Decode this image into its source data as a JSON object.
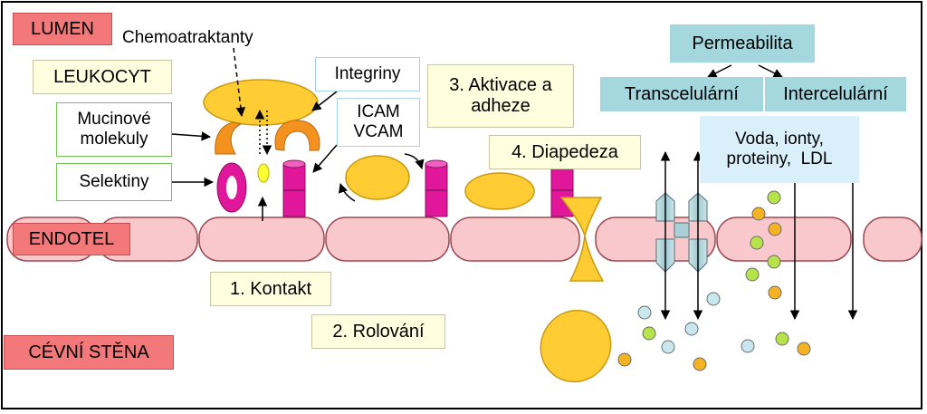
{
  "labels": {
    "lumen": "LUMEN",
    "chemoatraktanty": "Chemoatraktanty",
    "leukocyt": "LEUKOCYT",
    "mucinove_line1": "Mucinové",
    "mucinove_line2": "molekuly",
    "selektiny": "Selektiny",
    "integriny": "Integriny",
    "icam": "ICAM",
    "vcam": "VCAM",
    "step3_line1": "3. Aktivace a",
    "step3_line2": "adheze",
    "step4": "4. Diapedeza",
    "step1": "1. Kontakt",
    "step2": "2. Rolování",
    "endotel": "ENDOTEL",
    "cevni_stena": "CÉVNÍ STĚNA",
    "permeabilita": "Permeabilita",
    "transcelularni": "Transcelulární",
    "intercelularni": "Intercelulární",
    "voda_line1": "Voda, ionty,",
    "voda_line2": "proteiny,  LDL"
  },
  "colors": {
    "label_red": "#f2787a",
    "label_yellow": "#ffffe0",
    "endothelium": "#f9c8cc",
    "leukocyte": "#ffcc33",
    "mucin": "#f4921f",
    "selectin": "#e0179a",
    "channel": "#a8d0d6",
    "particle_green": "#b6e34a",
    "particle_orange": "#f5b324",
    "particle_blue": "#c9e7ee"
  }
}
